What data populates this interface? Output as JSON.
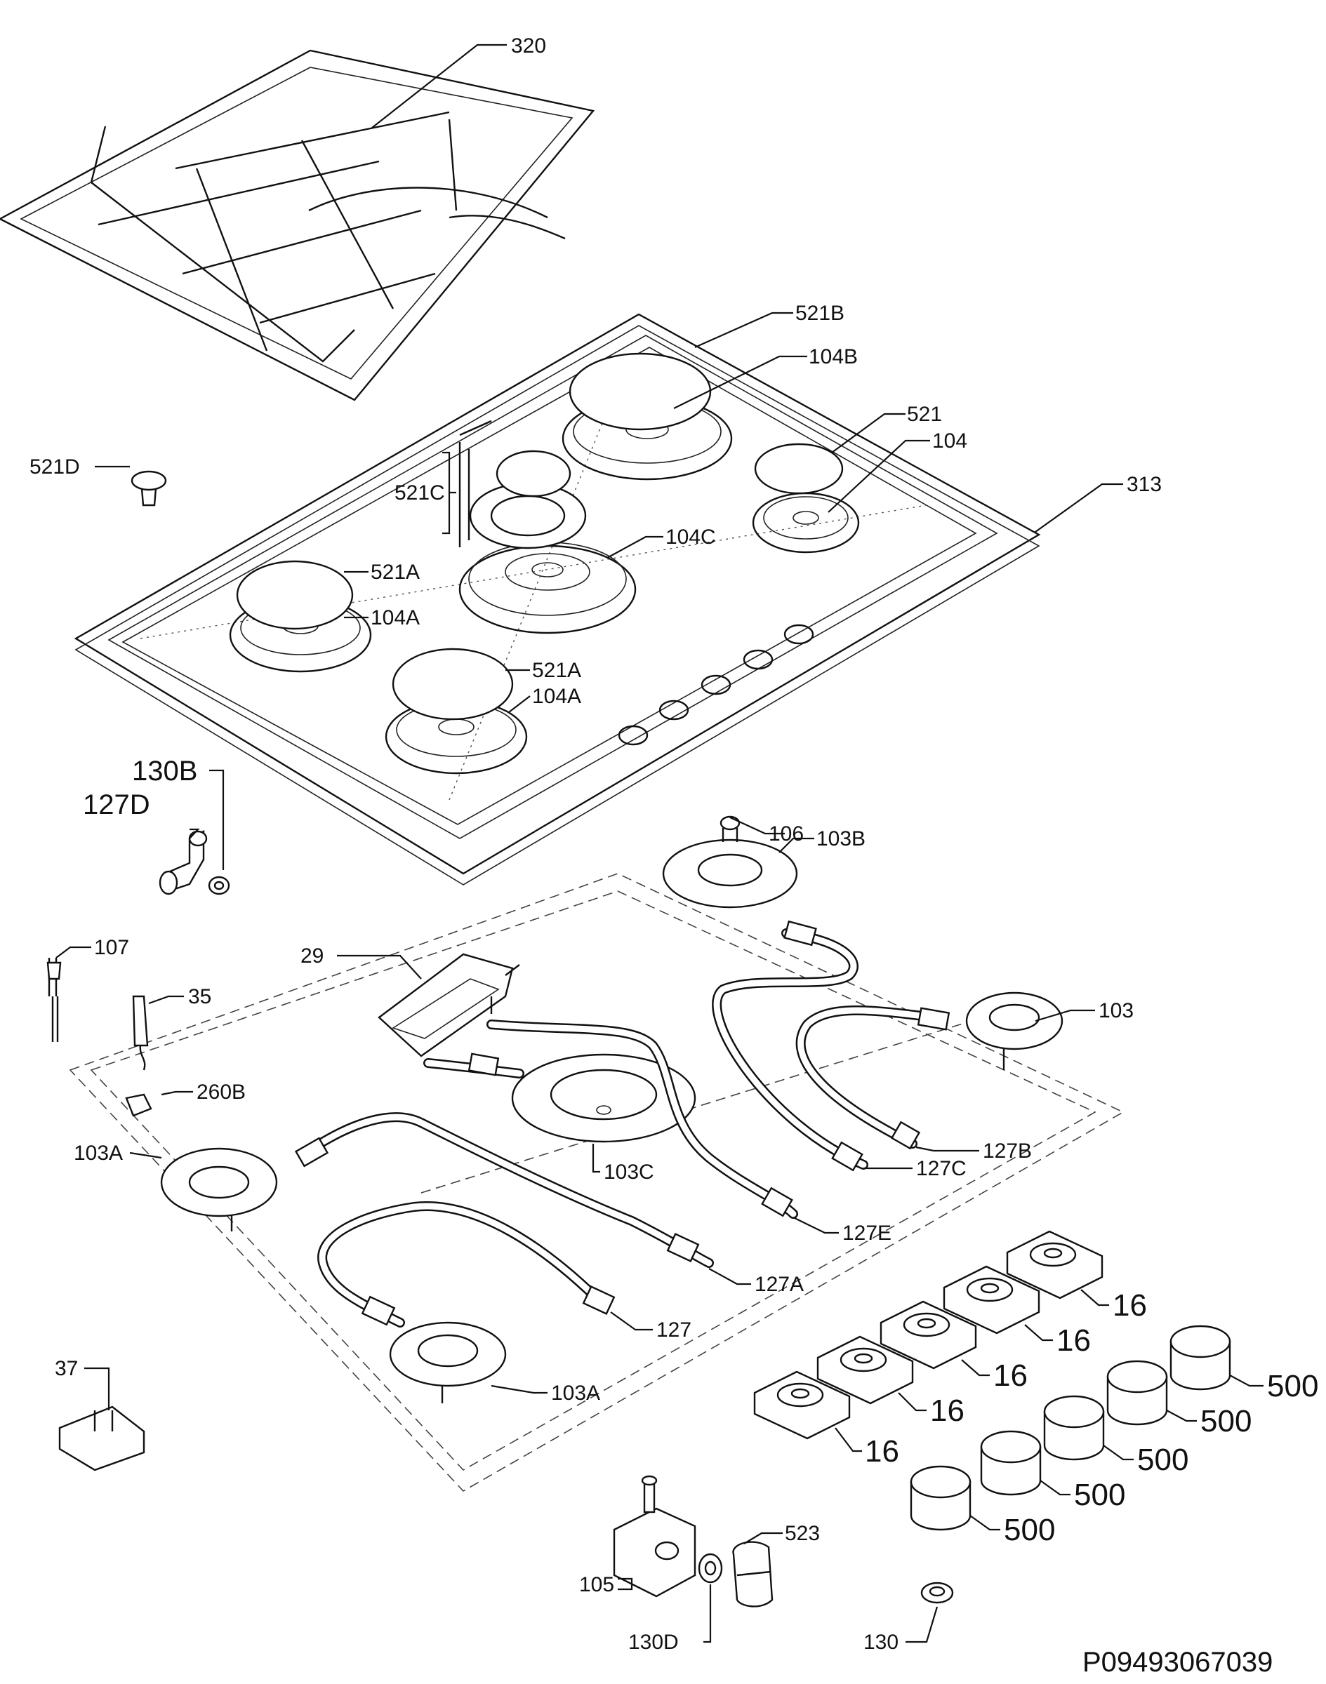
{
  "labels": {
    "l320": "320",
    "l521b": "521B",
    "l104b": "104B",
    "l521": "521",
    "l104": "104",
    "l313": "313",
    "l521d": "521D",
    "l521c": "521C",
    "l104c": "104C",
    "l521a_1": "521A",
    "l104a_1": "104A",
    "l521a_2": "521A",
    "l104a_2": "104A",
    "l130b": "130B",
    "l127d": "127D",
    "l106": "106",
    "l103b": "103B",
    "l107": "107",
    "l29": "29",
    "l35": "35",
    "l103": "103",
    "l260b": "260B",
    "l103a_1": "103A",
    "l127b": "127B",
    "l103c": "103C",
    "l127c": "127C",
    "l127e": "127E",
    "l127a": "127A",
    "l16_1": "16",
    "l16_2": "16",
    "l16_3": "16",
    "l16_4": "16",
    "l16_5": "16",
    "l127": "127",
    "l500_1": "500",
    "l500_2": "500",
    "l500_3": "500",
    "l500_4": "500",
    "l500_5": "500",
    "l103a_2": "103A",
    "l37": "37",
    "l523": "523",
    "l105": "105",
    "l130d": "130D",
    "l130": "130"
  },
  "drawing_number": "P09493067039"
}
